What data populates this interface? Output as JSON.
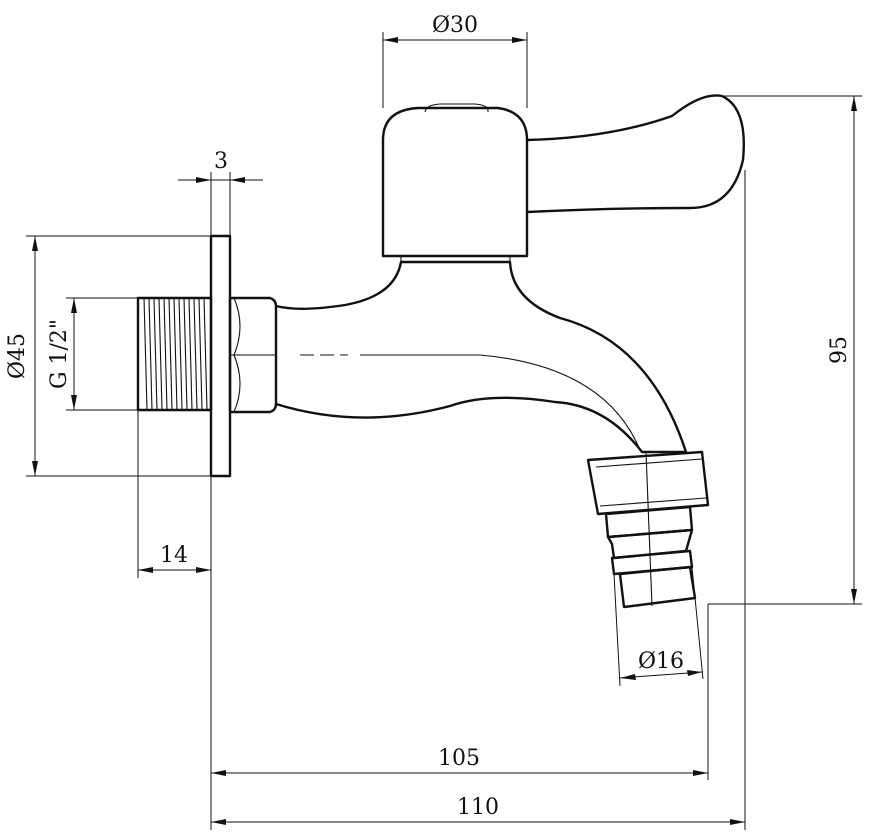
{
  "dimensions": {
    "inlet_diameter": "Ø30",
    "flange_thickness": "3",
    "flange_diameter": "Ø45",
    "thread_size": "G 1/2\"",
    "thread_length": "14",
    "height": "95",
    "outlet_diameter": "Ø16",
    "reach_to_outlet": "105",
    "overall_length": "110"
  }
}
